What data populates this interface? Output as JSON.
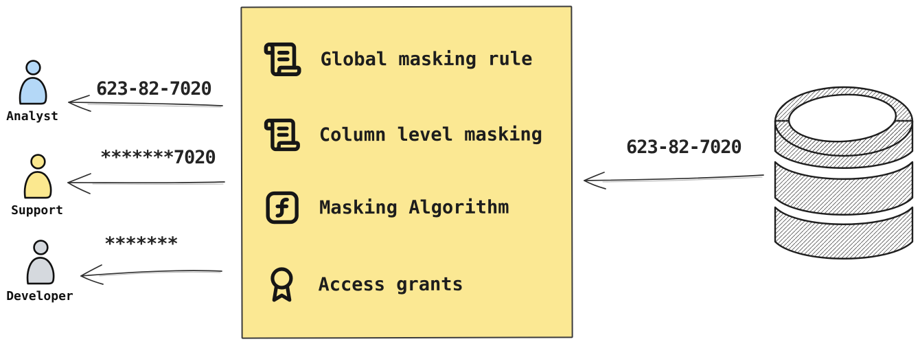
{
  "diagram": {
    "masking_box": {
      "background_color": "#FBE893",
      "border_color": "#3b3b3b",
      "items": [
        {
          "icon": "scroll-text-icon",
          "label": "Global masking rule"
        },
        {
          "icon": "scroll-text-icon",
          "label": "Column level masking"
        },
        {
          "icon": "function-square-icon",
          "label": "Masking Algorithm"
        },
        {
          "icon": "award-icon",
          "label": "Access grants"
        }
      ]
    },
    "database": {
      "icon": "database-icon",
      "outgoing_value": "623-82-7020"
    },
    "consumers": [
      {
        "role": "Analyst",
        "received_value": "623-82-7020",
        "fill_color": "#B4D8F7"
      },
      {
        "role": "Support",
        "received_value": "*******7020",
        "fill_color": "#FBE88F"
      },
      {
        "role": "Developer",
        "received_value": "*******",
        "fill_color": "#D5D9DE"
      }
    ]
  }
}
